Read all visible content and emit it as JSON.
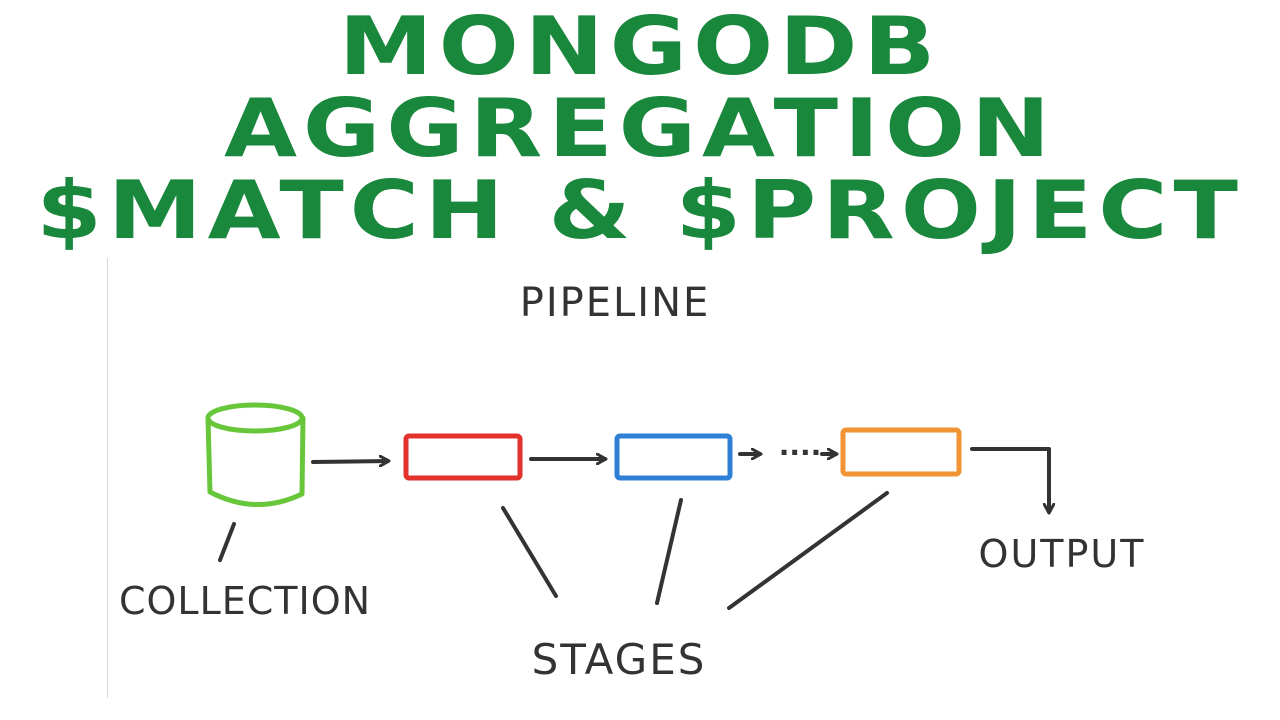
{
  "title": {
    "line1": "MONGODB",
    "line2": "AGGREGATION",
    "line3": "$MATCH & $PROJECT"
  },
  "diagram": {
    "pipeline_label": "PIPELINE",
    "collection_label": "COLLECTION",
    "stages_label": "STAGES",
    "output_label": "OUTPUT",
    "ellipsis": "····",
    "colors": {
      "title": "#19873c",
      "collection": "#67c63a",
      "stage_1": "#e2322b",
      "stage_2": "#2e7fd6",
      "stage_3": "#f29436",
      "ink": "#333333"
    }
  }
}
